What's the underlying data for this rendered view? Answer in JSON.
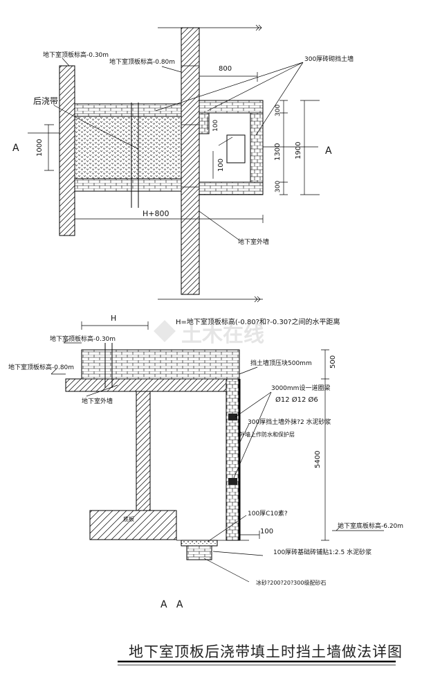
{
  "watermark": {
    "brand": "土木在线"
  },
  "plan": {
    "label_houjiaodai": "后浇带",
    "level_030": "地下室顶板标高-0.30m",
    "level_080": "地下室顶板标高-0.80m",
    "dim_800": "800",
    "dim_1000": "1000",
    "dim_100a": "100",
    "dim_100b": "100",
    "dim_300a": "300",
    "dim_1300": "1300",
    "dim_300b": "300",
    "dim_1900": "1900",
    "dim_h800": "H+800",
    "note_brick_wall": "300厚砖砌挡土墙",
    "note_outer_wall": "地下室外墙",
    "section_left": "A",
    "section_right": "A"
  },
  "section": {
    "dim_h": "H",
    "note_h": "H=地下室顶板标高(-0.80?和?-0.30?之间的水平距离",
    "level_030": "地下室顶板标高-0.30m",
    "level_080": "地下室顶板标高-0.80m",
    "note_outer_wall": "地下室外墙",
    "note_top_block": "挡土墙顶压块500mm",
    "dim_500": "500",
    "note_rebar_1": "3000mm设一道圈梁",
    "note_rebar_2": "Ø12 Ø12 Ø6",
    "note_brick_wall": "300厚挡土墙外抹?2 水泥砂浆",
    "note_waterproof": "外墙上作防水和保护层",
    "dim_5400": "5400",
    "note_base": "底板",
    "note_c10": "100厚C10素?",
    "dim_100": "100",
    "level_620": "地下室底板标高-6.20m",
    "note_mortar": "100厚砖基础砖铺贴1:2.5 水泥砂浆",
    "note_gravel": "冰砂?200?20?300级配砂石",
    "section_label": "A   A"
  },
  "title": "地下室顶板后浇带填土时挡土墙做法详图"
}
